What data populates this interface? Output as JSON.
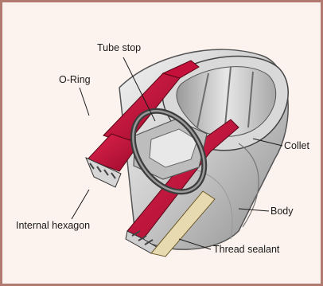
{
  "labels": {
    "tube_stop": "Tube stop",
    "o_ring": "O-Ring",
    "collet": "Collet",
    "body": "Body",
    "internal_hexagon": "Internal hexagon",
    "thread_sealant": "Thread sealant"
  },
  "colors": {
    "frame_border": "#b07a70",
    "background": "#fdf3ee",
    "metal_light": "#e8e8e8",
    "metal_mid": "#bdbdbd",
    "metal_dark": "#8a8a8a",
    "cutaway_red": "#c4103a"
  }
}
